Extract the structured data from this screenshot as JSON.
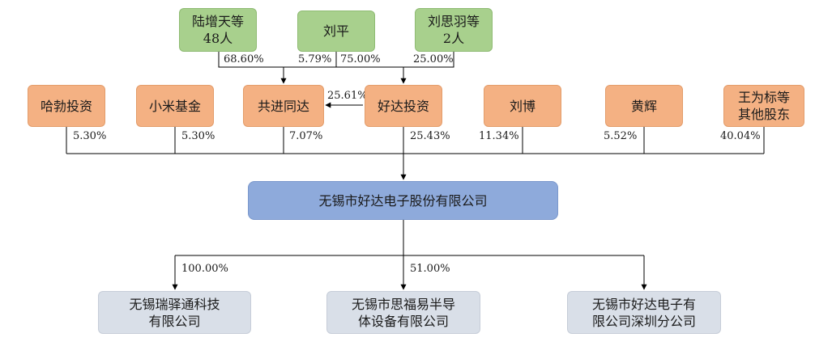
{
  "top_shareholders": [
    {
      "id": "lu",
      "label": "陆增天等\n48人"
    },
    {
      "id": "liuping",
      "label": "刘平"
    },
    {
      "id": "liusiyu",
      "label": "刘思羽等\n2人"
    }
  ],
  "mid_shareholders": [
    {
      "id": "haba",
      "label": "哈勃投资"
    },
    {
      "id": "xiaomi",
      "label": "小米基金"
    },
    {
      "id": "gongjin",
      "label": "共进同达"
    },
    {
      "id": "haoda",
      "label": "好达投资"
    },
    {
      "id": "liubo",
      "label": "刘博"
    },
    {
      "id": "huanghui",
      "label": "黄辉"
    },
    {
      "id": "wang",
      "label": "王为标等\n其他股东"
    }
  ],
  "company": {
    "label": "无锡市好达电子股份有限公司"
  },
  "subsidiaries": [
    {
      "id": "ruiyi",
      "label": "无锡瑞驿通科技\n有限公司"
    },
    {
      "id": "sifu",
      "label": "无锡市思福易半导\n体设备有限公司"
    },
    {
      "id": "shenzhen",
      "label": "无锡市好达电子有\n限公司深圳分公司"
    }
  ],
  "percentages": {
    "lu_to_gongjin": "68.60%",
    "liuping_to_gongjin": "5.79%",
    "liuping_to_haoda": "75.00%",
    "liusiyu_to_haoda": "25.00%",
    "haoda_to_gongjin": "25.61%",
    "haba": "5.30%",
    "xiaomi": "5.30%",
    "gongjin": "7.07%",
    "haoda": "25.43%",
    "liubo": "11.34%",
    "huanghui": "5.52%",
    "wang": "40.04%",
    "ruiyi": "100.00%",
    "sifu": "51.00%"
  }
}
